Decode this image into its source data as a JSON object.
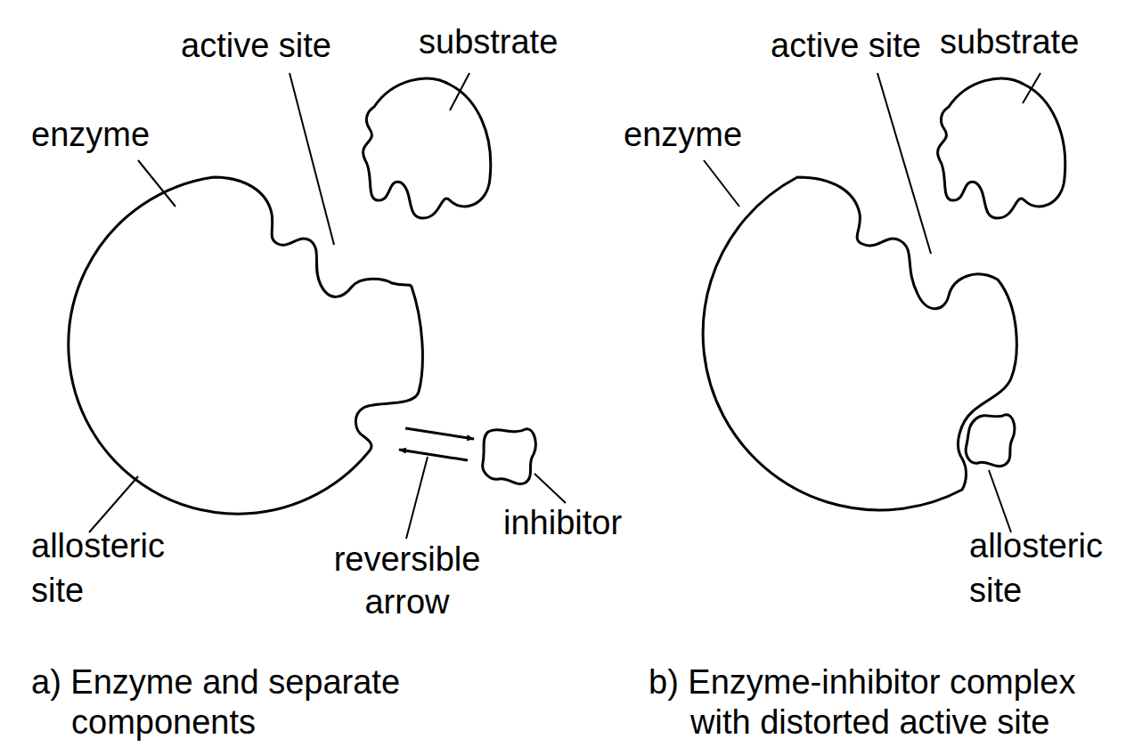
{
  "diagram": {
    "labels": [
      "enzyme",
      "active site",
      "substrate",
      "allosteric site",
      "reversible arrow",
      "inhibitor",
      "a) Enzyme and separate components",
      "enzyme",
      "active site",
      "substrate",
      "allosteric site",
      "b) Enzyme-inhibitor complex with distorted active site"
    ]
  }
}
